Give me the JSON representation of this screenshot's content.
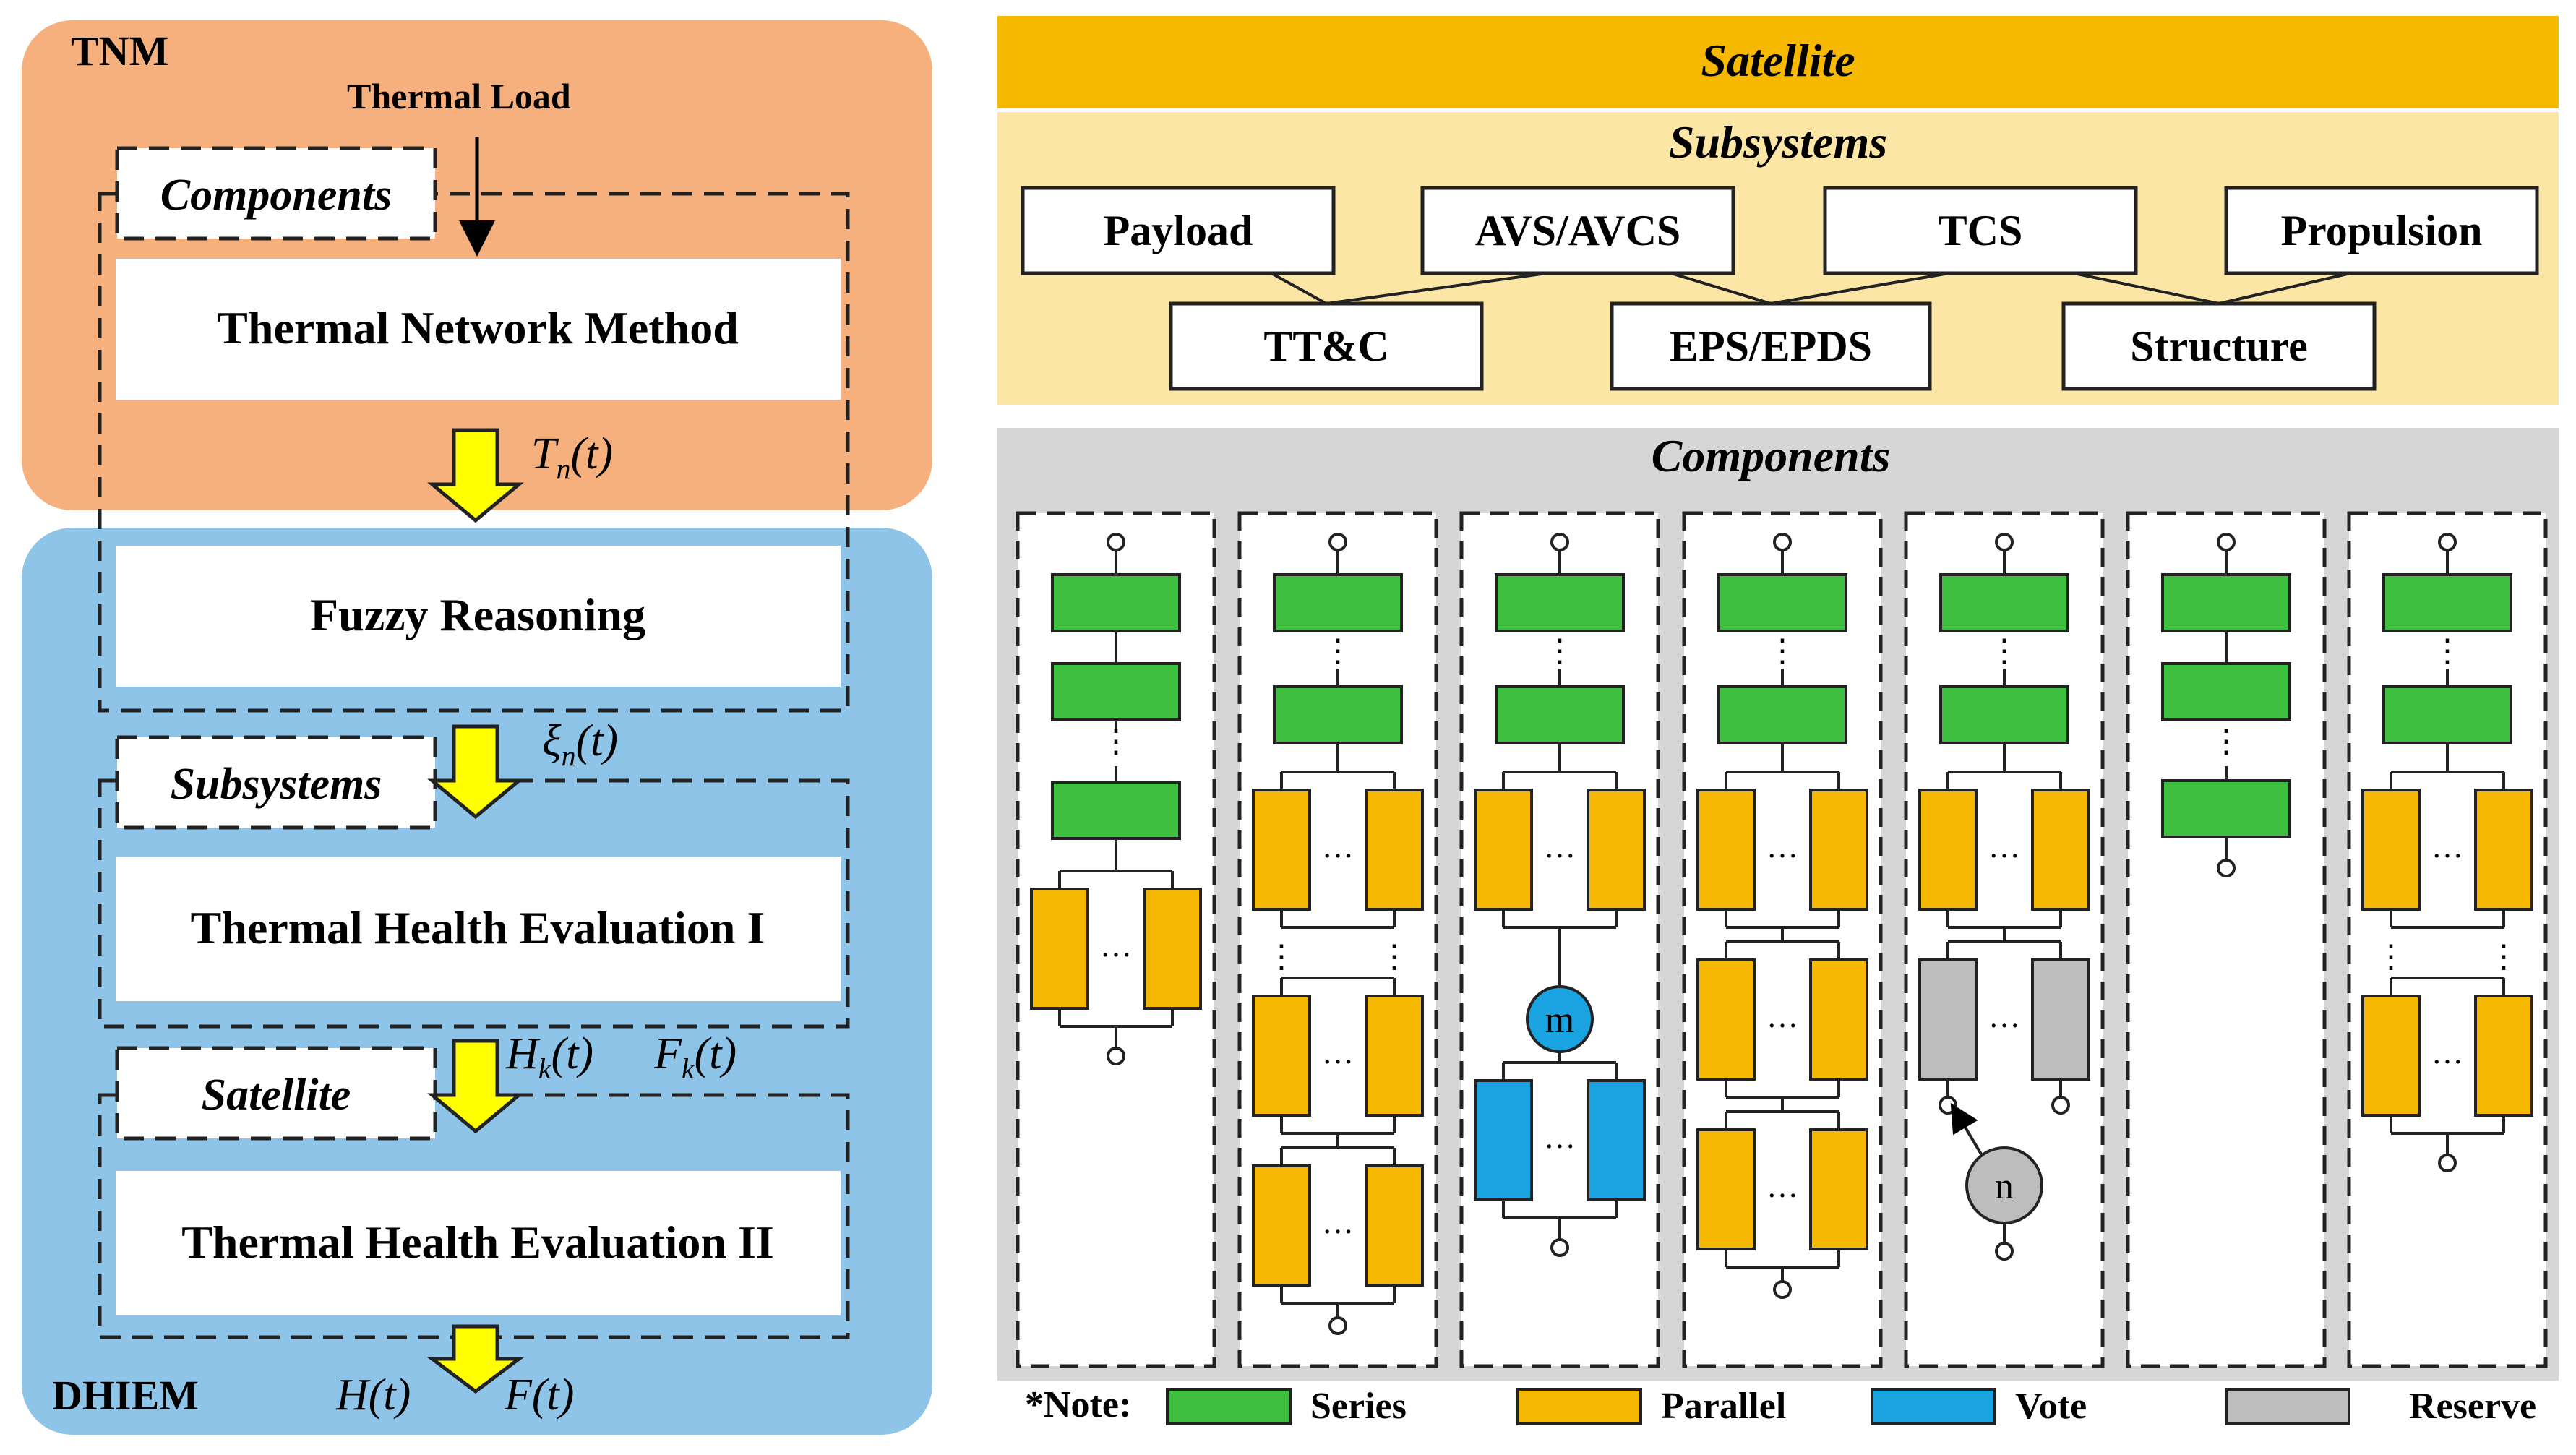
{
  "left": {
    "tnm_label": "TNM",
    "dhiem_label": "DHIEM",
    "thermal_load": "Thermal Load",
    "components_tag": "Components",
    "subsystems_tag": "Subsystems",
    "satellite_tag": "Satellite",
    "boxes": {
      "tnm": "Thermal Network Method",
      "fuzzy": "Fuzzy Reasoning",
      "the1": "Thermal Health Evaluation I",
      "the2": "Thermal Health Evaluation II"
    },
    "math": {
      "tn_base": "T",
      "tn_sub": "n",
      "tn_arg": "(t)",
      "xi_base": "ξ",
      "xi_sub": "n",
      "xi_arg": "(t)",
      "h_base": "H",
      "h_sub": "k",
      "h_arg": "(t)",
      "f_base": "F",
      "f_sub": "k",
      "f_arg": "(t)",
      "H_out": "H",
      "H_arg": "(t)",
      "F_out": "F",
      "F_arg": "(t)"
    }
  },
  "right": {
    "satellite_title": "Satellite",
    "subsystems_title": "Subsystems",
    "components_title": "Components",
    "subsystems": [
      "Payload",
      "AVS/AVCS",
      "TCS",
      "Propulsion",
      "TT&C",
      "EPS/EPDS",
      "Structure"
    ],
    "ellipsis": "…",
    "vote_label": "m",
    "reserve_label": "n",
    "legend": {
      "note": "*Note:",
      "items": [
        {
          "label": "Series",
          "color": "#3fbf3f"
        },
        {
          "label": "Parallel",
          "color": "#f5b700"
        },
        {
          "label": "Vote",
          "color": "#19a3e0"
        },
        {
          "label": "Reserve",
          "color": "#bdbdbd"
        }
      ]
    }
  },
  "colors": {
    "tnm_bg": "#f6b07e",
    "dhiem_bg": "#8ec4e8",
    "satellite_bar": "#f7b800",
    "subsystems_bg": "#fbe6a6",
    "components_bg": "#d6d6d6",
    "arrow": "#ffff00"
  }
}
